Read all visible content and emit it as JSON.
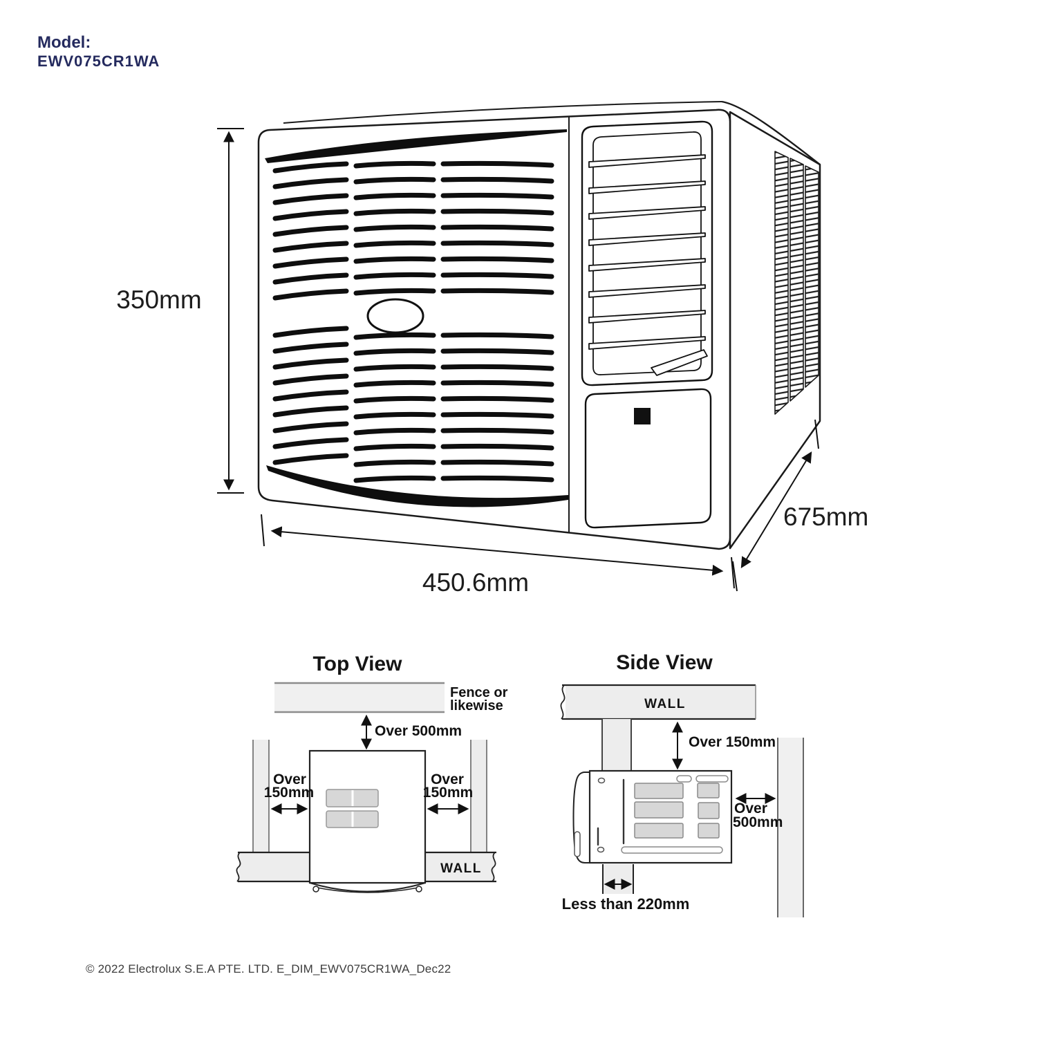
{
  "header": {
    "model_label": "Model:",
    "model_number": "EWV075CR1WA"
  },
  "isometric_view": {
    "height": "350mm",
    "width": "450.6mm",
    "depth": "675mm"
  },
  "top_view": {
    "title": "Top View",
    "fence_line1": "Fence or",
    "fence_line2": "likewise",
    "front_clearance": "Over 500mm",
    "left_clearance_l1": "Over",
    "left_clearance_l2": "150mm",
    "right_clearance_l1": "Over",
    "right_clearance_l2": "150mm",
    "wall_label": "WALL"
  },
  "side_view": {
    "title": "Side View",
    "wall_label": "WALL",
    "top_clearance": "Over 150mm",
    "rear_clearance_l1": "Over",
    "rear_clearance_l2": "500mm",
    "bottom_clearance": "Less than 220mm"
  },
  "footer": {
    "copyright": "© 2022 Electrolux S.E.A PTE. LTD. E_DIM_EWV075CR1WA_Dec22"
  },
  "colors": {
    "line": "#1a1a1a",
    "navy_text": "#242a5e",
    "wall_fill": "#ededed",
    "vent_fill": "#d7d7d7"
  }
}
